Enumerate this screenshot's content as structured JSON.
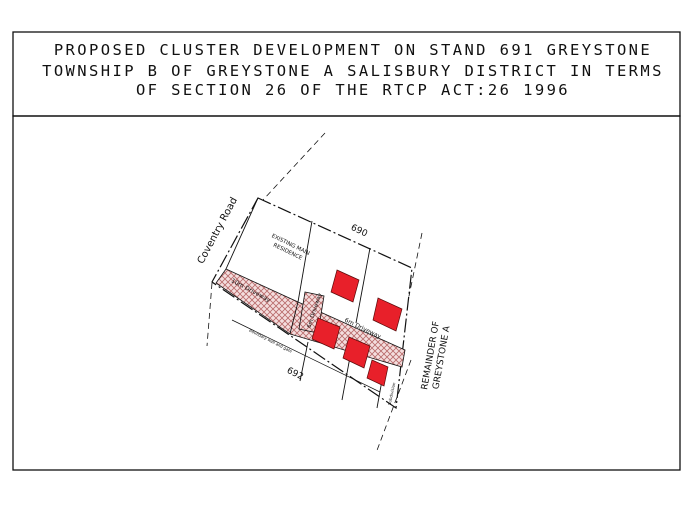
{
  "title": {
    "line1": "PROPOSED CLUSTER DEVELOPMENT ON STAND 691 GREYSTONE",
    "line2": "TOWNSHIP B OF GREYSTONE A  SALISBURY DISTRICT IN TERMS",
    "line3": "OF SECTION 26 OF THE RTCP ACT:26 1996"
  },
  "plan": {
    "road_label": "Coventry Road",
    "stand_north": "690",
    "stand_south": "692",
    "remainder_line1": "REMAINDER OF",
    "remainder_line2": "GREYSTONE A",
    "existing_line1": "EXISTING MAIN",
    "existing_line2": "RESIDENCE",
    "driveway_main": "10m Driveway",
    "driveway_inner": "6m Driveway",
    "driveway_link": "6m Driveway",
    "boundary_note": "Boundary wall and gate",
    "unit_note": "Subdivision"
  },
  "colors": {
    "building": "#e8202a",
    "hatch": "#c98a8a",
    "line": "#111111"
  }
}
